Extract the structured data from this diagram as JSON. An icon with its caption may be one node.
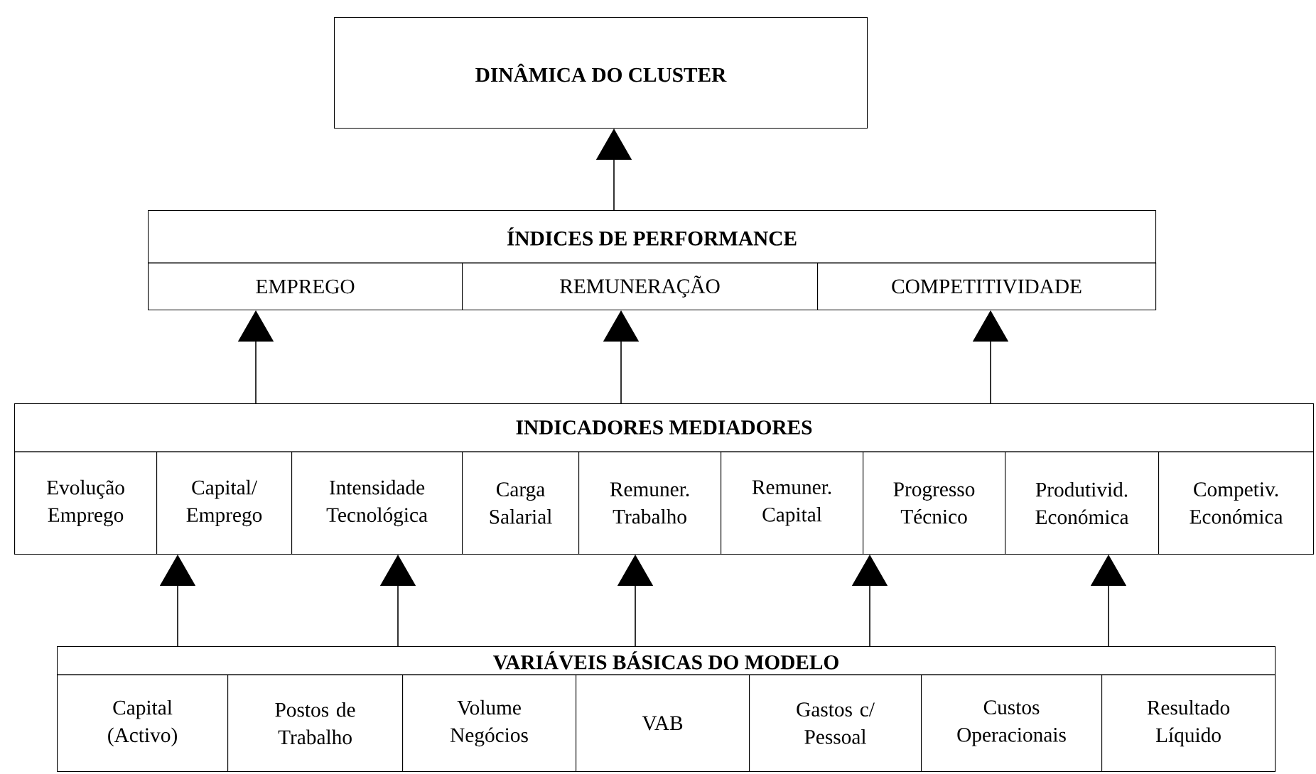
{
  "diagram": {
    "nodes": [
      {
        "text": [
          "DINÂMICA DO CLUSTER"
        ]
      },
      {
        "text": [
          "ÍNDICES DE PERFORMANCE"
        ]
      },
      {
        "text": [
          "EMPREGO"
        ],
        "in": 1
      },
      {
        "text": [
          "REMUNERAÇÃO"
        ],
        "in": 1
      },
      {
        "text": [
          "COMPETITIVIDADE"
        ],
        "in": 1
      },
      {
        "text": [
          "INDICADORES MEDIADORES"
        ]
      },
      {
        "text": [
          "Evolução Emprego"
        ],
        "in": 5
      },
      {
        "text": [
          "Capital/ Emprego"
        ],
        "in": 5
      },
      {
        "text": [
          "Intensidade Tecnológica"
        ],
        "in": 5
      },
      {
        "text": [
          "Carga Salarial"
        ],
        "in": 5
      },
      {
        "text": [
          "Remuner. Trabalho"
        ],
        "in": 5
      },
      {
        "text": [
          "Remuner. Capital"
        ],
        "in": 5
      },
      {
        "text": [
          "Progresso Técnico"
        ],
        "in": 5
      },
      {
        "text": [
          "Produtivid. Económica"
        ],
        "in": 5
      },
      {
        "text": [
          "Competiv. Económica"
        ],
        "in": 5
      },
      {
        "text": [
          "VARIÁVEIS BÁSICAS DO MODELO"
        ]
      },
      {
        "text": [
          "Capital (Activo)"
        ],
        "in": 15
      },
      {
        "text": [
          "Postos de Trabalho"
        ],
        "in": 15
      },
      {
        "text": [
          "Volume Negócios"
        ],
        "in": 15
      },
      {
        "text": [
          "VAB"
        ],
        "in": 15
      },
      {
        "text": [
          "Gastos c/ Pessoal"
        ],
        "in": 15
      },
      {
        "text": [
          "Custos Operacionais"
        ],
        "in": 15
      },
      {
        "text": [
          "Resultado Líquido"
        ],
        "in": 15
      }
    ],
    "edges": [
      {
        "from": 1,
        "to": 0,
        "arrow": "to"
      },
      {
        "from": 5,
        "to": 2,
        "arrow": "to"
      },
      {
        "from": 5,
        "to": 3,
        "arrow": "to"
      },
      {
        "from": 5,
        "to": 4,
        "arrow": "to"
      },
      {
        "from": 15,
        "to": 7,
        "arrow": "to"
      },
      {
        "from": 15,
        "to": 8,
        "arrow": "to"
      },
      {
        "from": 15,
        "to": 10,
        "arrow": "to"
      },
      {
        "from": 15,
        "to": 12,
        "arrow": "to"
      },
      {
        "from": 15,
        "to": 13,
        "arrow": "to"
      }
    ]
  }
}
